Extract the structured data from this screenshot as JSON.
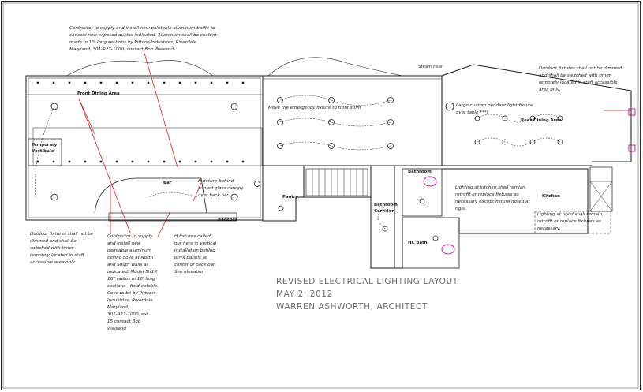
{
  "rooms": {
    "front_dining": "Front Dining Area",
    "temporary_vestibule_1": "Temporary",
    "temporary_vestibule_2": "Vestibule",
    "bar": "Bar",
    "backbar": "Backbar",
    "pantry": "Pantry",
    "steam_riser": "Steam riser",
    "rear_dining": "Rear Dining Area",
    "bathroom": "Bathroom",
    "bathroom_corridor_1": "Bathroom",
    "bathroom_corridor_2": "Corridor",
    "hc_bath": "HC Bath",
    "kitchen": "Kitchen"
  },
  "notes": {
    "baffle": "Contractor to supply and install new paintable aluminum baffle to\nconceal new exposed ductas indicated. Aluminum shall be custom\nmade in 10' long sections by Pittcon Industries, Riverdale\nMaryland, 301-927-1000, contact Bob Weisand",
    "emergency": "Move the emergency fixture to front soffit",
    "pendant": "Large custom pendant light fixture\nover table ***)",
    "outdoor_right": "Outdoor fixtures shall not be dimmed\nand shall be switched with timer\nremotely located in staff accessible\narea only.",
    "outdoor_left": "Outdoor fixtures shall not be\ndimmed and shall be\nswitched with timer\nremotely located in staff\naccessible area only.",
    "cove": "Contractor to supply\nand install new\npaintable aluminum\nceiling cove at North\nand South walls as\nindicated. Model 5H1R\n16'' radius in 10' long\nsections - field cutable.\nCove to be by Pittcon\nIndustries, Riverdale\nMaryland,\n301-927-1000, ext\n15 contact Bob\nWeisand",
    "canopy": "H fixture behind\ncurved glass canopy\nover back bar.",
    "h_called_out": "H fixtures called\nout here in vertical\ninstallation behind\nonyx panels at\ncenter of back bar.\nSee elevation",
    "kitchen_fixtures": "Lighting at kitchen shall remian,\nretrofit or replace fixtures as\nnecessary except fixture noted at\nright.",
    "hood_fixtures": "Lighting at hood shall remain,\nretrofit or replace fixtures as\nnecessary."
  },
  "title_block": {
    "line1": "REVISED ELECTRICAL LIGHTING LAYOUT",
    "line2": "MAY 2, 2012",
    "line3": "WARREN ASHWORTH, ARCHITECT"
  },
  "colors": {
    "ink": "#1a1a1a",
    "leader": "#d42020",
    "fixture_magenta": "#cc1a99",
    "title_gray": "#6a6a6a"
  }
}
